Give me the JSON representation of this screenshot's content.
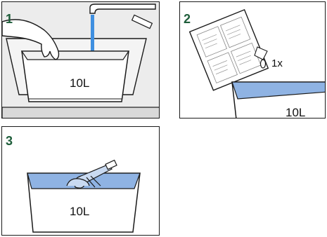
{
  "steps": [
    {
      "number": "1",
      "volume": "10L"
    },
    {
      "number": "2",
      "volume": "10L",
      "quantity": "1x"
    },
    {
      "number": "3",
      "volume": "10L"
    }
  ],
  "colors": {
    "water": "#8fb3e3",
    "water_stream": "#3f8fe0",
    "step_number": "#1f5e3b",
    "outline": "#1a1a1a"
  }
}
